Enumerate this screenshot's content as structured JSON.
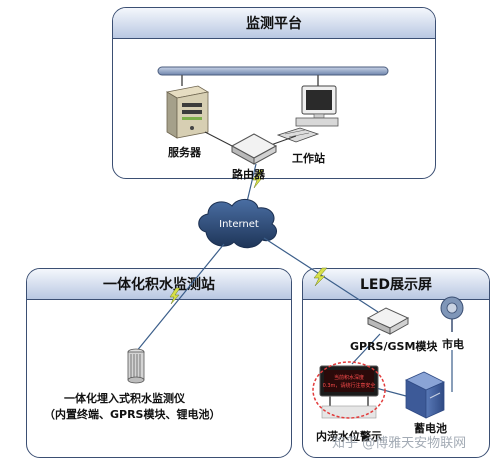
{
  "panels": {
    "top": "监测平台",
    "left": "一体化积水监测站",
    "right": "LED展示屏"
  },
  "labels": {
    "server": "服务器",
    "router": "路由器",
    "workstation": "工作站",
    "internet": "Internet",
    "device_line1": "一体化埋入式积水监测仪",
    "device_line2": "（内置终端、GPRS模块、锂电池）",
    "gprs": "GPRS/GSM模块",
    "mains": "市电",
    "battery": "蓄电池",
    "led": "内涝水位警示"
  },
  "led_screen_text": [
    "当前积水深度",
    "0.3m，请绕行注意安全"
  ],
  "watermark": "知乎 @博雅天安物联网",
  "colors": {
    "panel_border": "#3b4f73",
    "header_gradient_top": "#f4f7fc",
    "header_gradient_bottom": "#b9c8e2",
    "cloud": "#2e4d7c",
    "link_line": "#3b5e8a",
    "lightning": "#d7e04a"
  }
}
